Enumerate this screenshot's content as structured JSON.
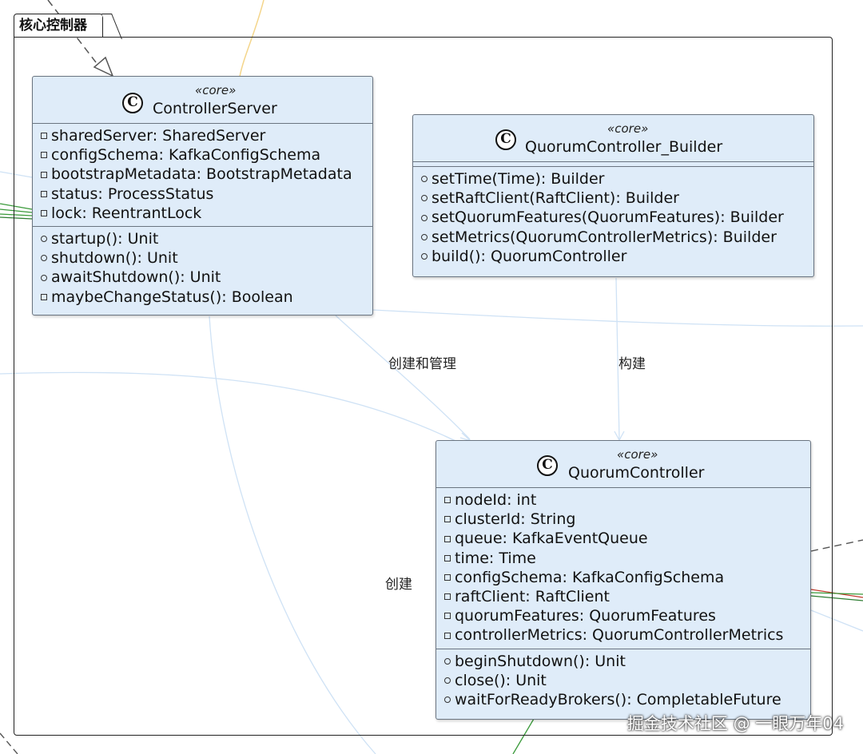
{
  "package": {
    "title": "核心控制器"
  },
  "classes": {
    "controller_server": {
      "stereotype": "«core»",
      "icon": "C",
      "name": "ControllerServer",
      "attributes": [
        "sharedServer: SharedServer",
        "configSchema: KafkaConfigSchema",
        "bootstrapMetadata: BootstrapMetadata",
        "status: ProcessStatus",
        "lock: ReentrantLock"
      ],
      "methods": [
        "startup(): Unit",
        "shutdown(): Unit",
        "awaitShutdown(): Unit",
        "maybeChangeStatus(): Boolean"
      ],
      "method_visibility": [
        "public",
        "public",
        "public",
        "private"
      ]
    },
    "quorum_controller_builder": {
      "stereotype": "«core»",
      "icon": "C",
      "name": "QuorumController_Builder",
      "attributes": [],
      "methods": [
        "setTime(Time): Builder",
        "setRaftClient(RaftClient): Builder",
        "setQuorumFeatures(QuorumFeatures): Builder",
        "setMetrics(QuorumControllerMetrics): Builder",
        "build(): QuorumController"
      ],
      "method_visibility": [
        "public",
        "public",
        "public",
        "public",
        "public"
      ]
    },
    "quorum_controller": {
      "stereotype": "«core»",
      "icon": "C",
      "name": "QuorumController",
      "attributes": [
        "nodeId: int",
        "clusterId: String",
        "queue: KafkaEventQueue",
        "time: Time",
        "configSchema: KafkaConfigSchema",
        "raftClient: RaftClient",
        "quorumFeatures: QuorumFeatures",
        "controllerMetrics: QuorumControllerMetrics"
      ],
      "methods": [
        "beginShutdown(): Unit",
        "close(): Unit",
        "waitForReadyBrokers(): CompletableFuture"
      ],
      "method_visibility": [
        "public",
        "public",
        "public"
      ]
    }
  },
  "edge_labels": {
    "create_and_manage": "创建和管理",
    "build": "构建",
    "create": "创建"
  },
  "watermark": "掘金技术社区 @ 一眼万年04",
  "colors": {
    "class_fill": "#dfecf9",
    "class_border": "#6a7480",
    "edge_light": "#cfe2f5",
    "edge_green": "#3a9a3a",
    "edge_red": "#c0392b",
    "edge_yellow": "#f4d58a"
  }
}
